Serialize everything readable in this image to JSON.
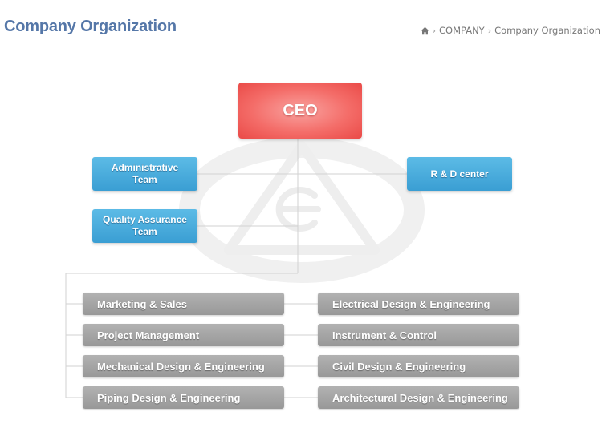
{
  "header": {
    "title": "Company Organization",
    "breadcrumb": [
      "COMPANY",
      "Company Organization"
    ]
  },
  "org": {
    "ceo": "CEO",
    "teams": {
      "administrative": [
        "Administrative",
        "Team"
      ],
      "quality": [
        "Quality Assurance",
        "Team"
      ],
      "rnd": "R & D center"
    },
    "departments_left": [
      "Marketing & Sales",
      "Project Management",
      "Mechanical Design & Engineering",
      "Piping Design & Engineering"
    ],
    "departments_right": [
      "Electrical Design & Engineering",
      "Instrument & Control",
      "Civil Design & Engineering",
      "Architectural Design & Engineering"
    ]
  }
}
